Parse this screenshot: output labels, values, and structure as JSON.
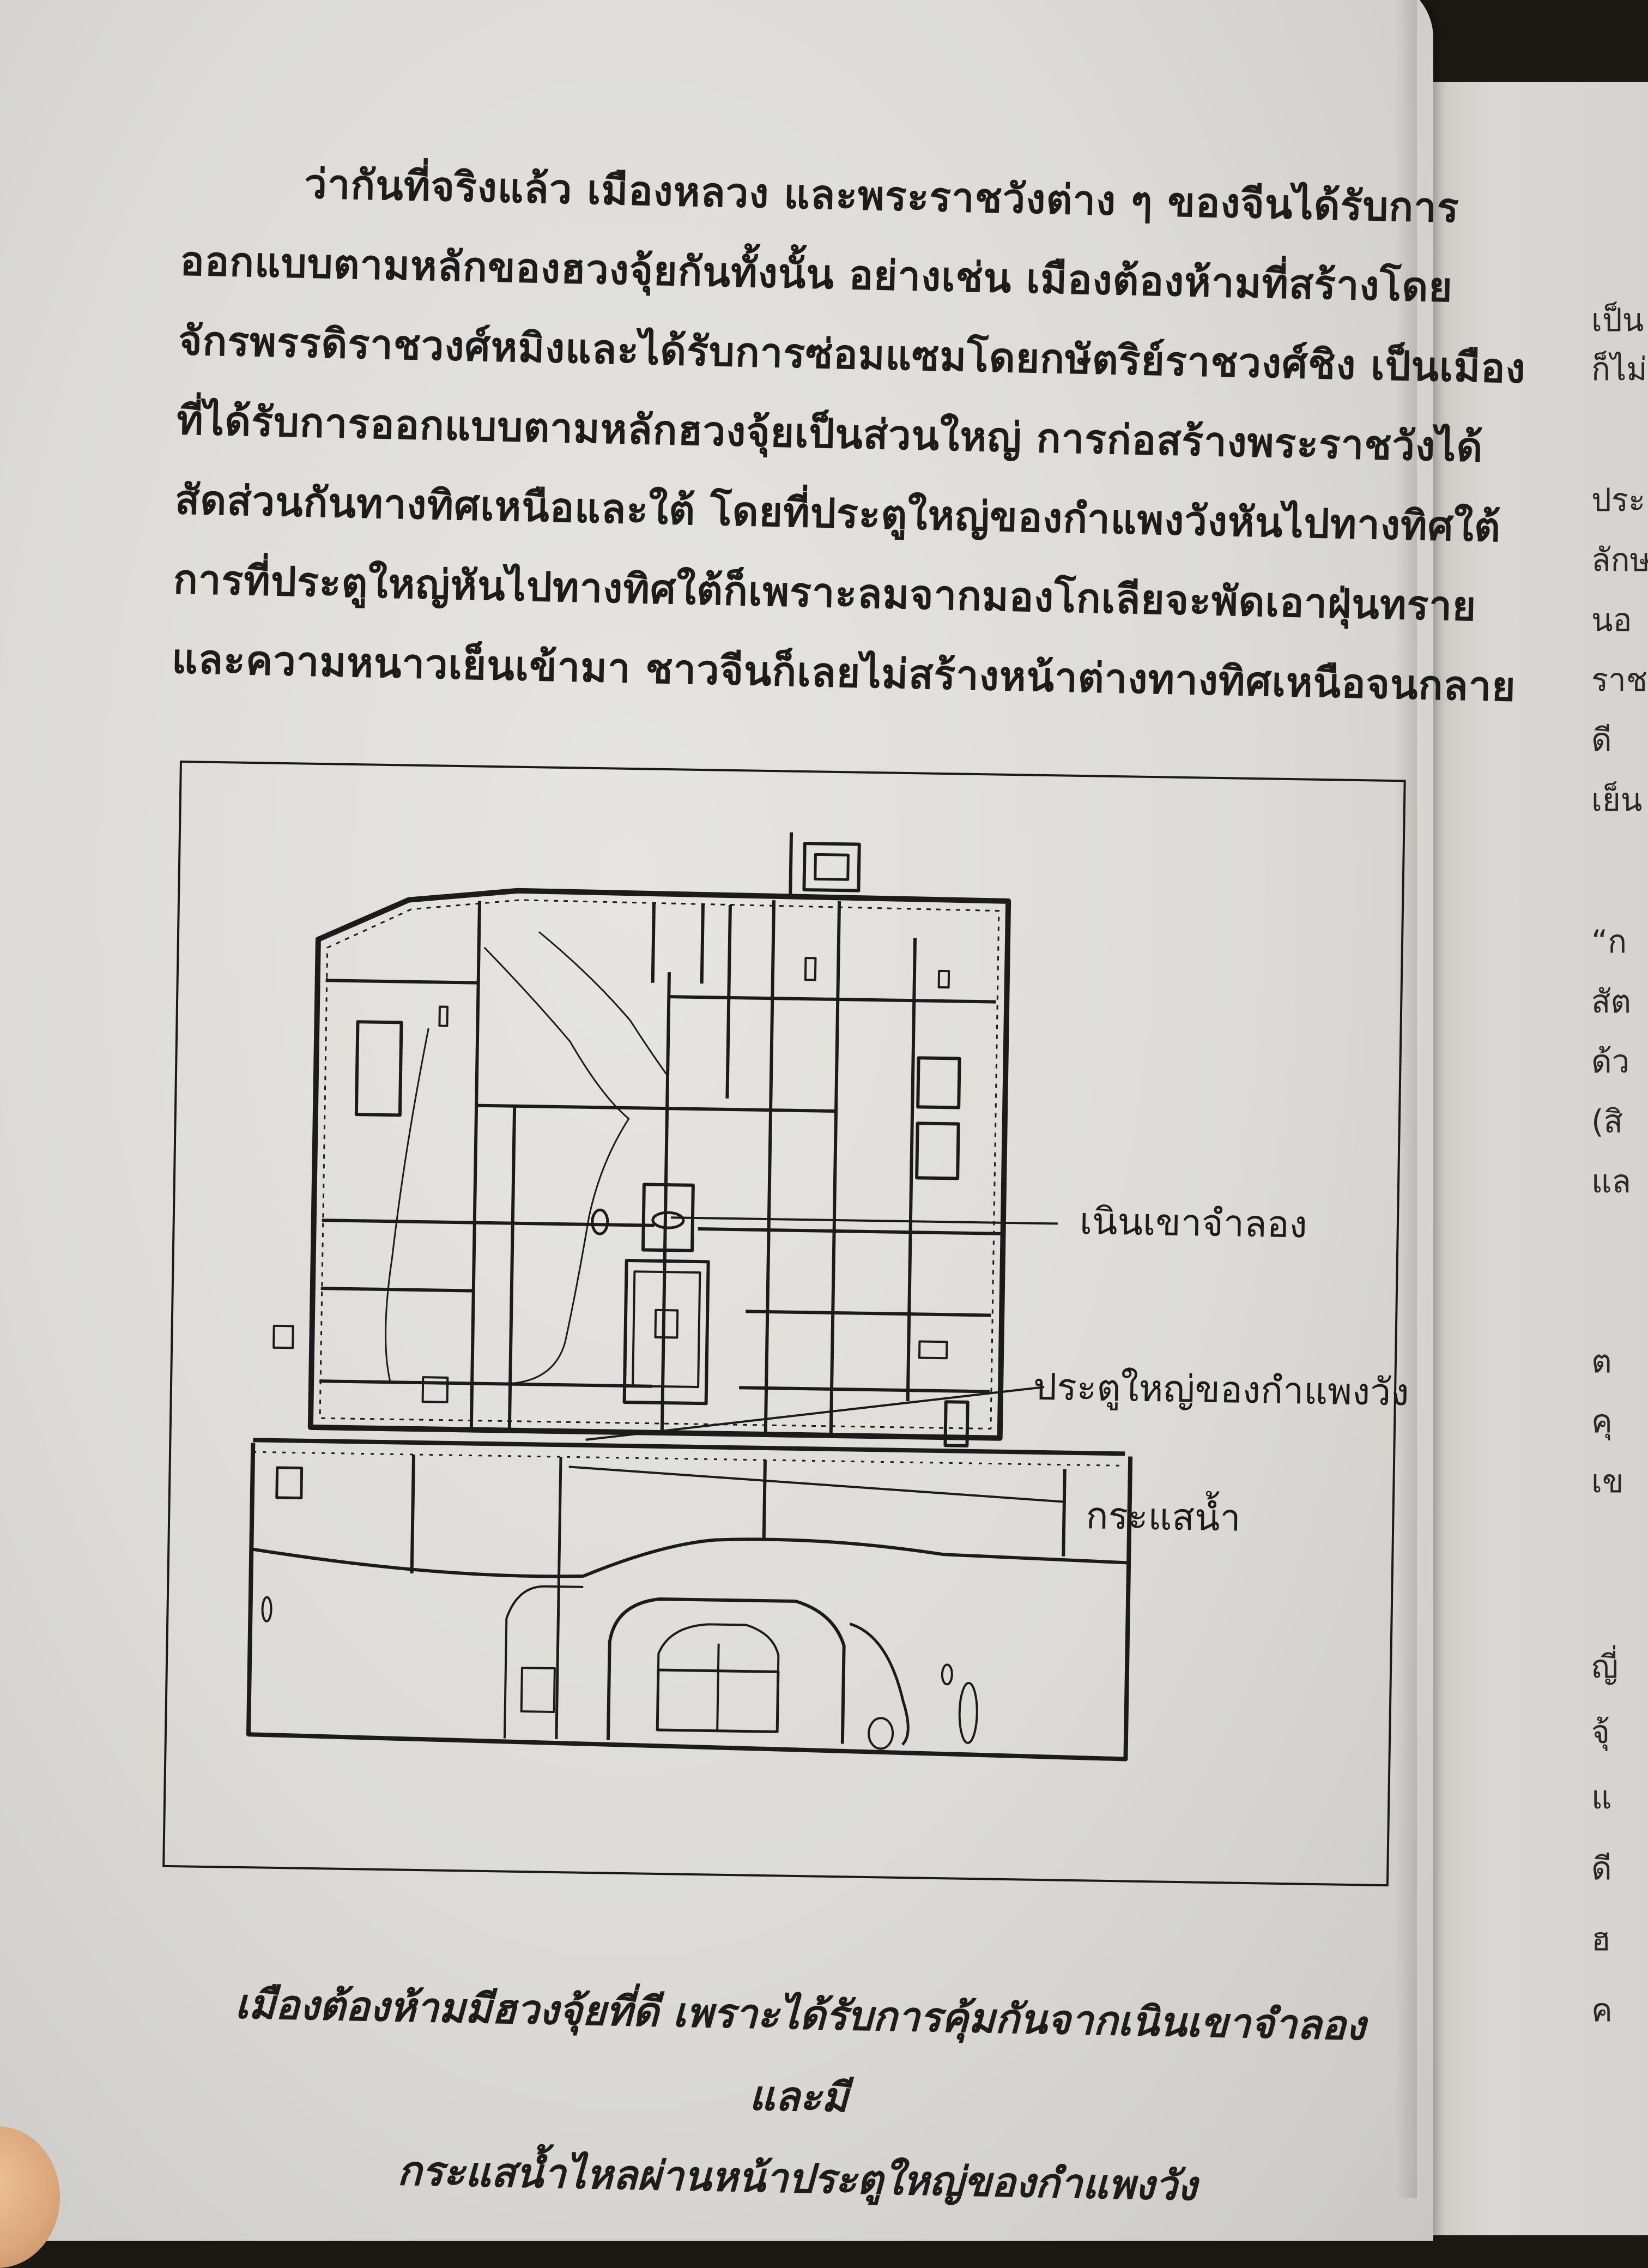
{
  "body_paragraph": {
    "lines": [
      "ว่ากันที่จริงแล้ว เมืองหลวง และพระราชวังต่าง ๆ ของจีนได้รับการ",
      "ออกแบบตามหลักของฮวงจุ้ยกันทั้งนั้น อย่างเช่น เมืองต้องห้ามที่สร้างโดย",
      "จักรพรรดิราชวงศ์หมิงและได้รับการซ่อมแซมโดยกษัตริย์ราชวงศ์ชิง เป็นเมือง",
      "ที่ได้รับการออกแบบตามหลักฮวงจุ้ยเป็นส่วนใหญ่ การก่อสร้างพระราชวังได้",
      "สัดส่วนกันทางทิศเหนือและใต้ โดยที่ประตูใหญ่ของกำแพงวังหันไปทางทิศใต้",
      "การที่ประตูใหญ่หันไปทางทิศใต้ก็เพราะลมจากมองโกเลียจะพัดเอาฝุ่นทราย",
      "และความหนาวเย็นเข้ามา ชาวจีนก็เลยไม่สร้างหน้าต่างทางทิศเหนือจนกลาย"
    ]
  },
  "figure": {
    "subject": "map-of-forbidden-city",
    "labels": {
      "artificial_hill": "เนินเขาจำลอง",
      "palace_main_gate": "ประตูใหญ่ของกำแพงวัง",
      "water_stream": "กระแสน้ำ"
    },
    "caption_lines": [
      "เมืองต้องห้ามมีฮวงจุ้ยที่ดี เพราะได้รับการคุ้มกันจากเนินเขาจำลอง และมี",
      "กระแสน้ำไหลผ่านหน้าประตูใหญ่ของกำแพงวัง"
    ]
  },
  "right_page_fragments": [
    "เป็น",
    "ก็ไม่",
    "ประ",
    "ลักษ",
    "นอ",
    "ราช",
    "ดี",
    "เย็น",
    "“ก",
    "สัต",
    "ด้ว",
    "(สิ",
    "แล",
    "ต",
    "คุ",
    "เข",
    "ญี่",
    "จุ้",
    "แ",
    "ดี",
    "ฮ",
    "ค"
  ],
  "colors": {
    "paper": "#dcdbd7",
    "ink": "#1d1c1b",
    "background": "#1c1914"
  }
}
